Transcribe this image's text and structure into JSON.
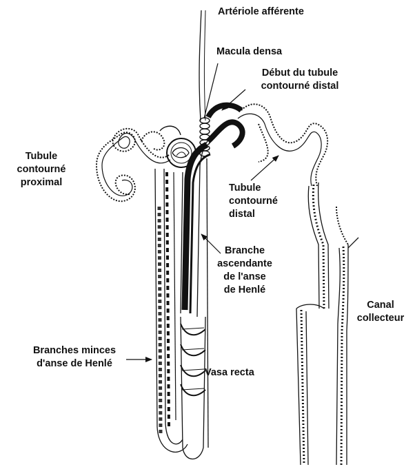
{
  "labels": {
    "arteriole_afferente": "Artériole afférente",
    "macula_densa": "Macula densa",
    "debut_tubule": [
      "Début du tubule",
      "contourné distal"
    ],
    "tubule_proximal": [
      "Tubule",
      "contourné",
      "proximal"
    ],
    "tubule_distal": [
      "Tubule",
      "contourné",
      "distal"
    ],
    "branche_ascendante": [
      "Branche",
      "ascendante",
      "de l'anse",
      "de Henlé"
    ],
    "canal_collecteur": [
      "Canal",
      "collecteur"
    ],
    "branches_minces": [
      "Branches minces",
      "d'anse de Henlé"
    ],
    "vasa_recta": "Vasa recta"
  },
  "colors": {
    "ink": "#111111",
    "background": "#ffffff"
  }
}
